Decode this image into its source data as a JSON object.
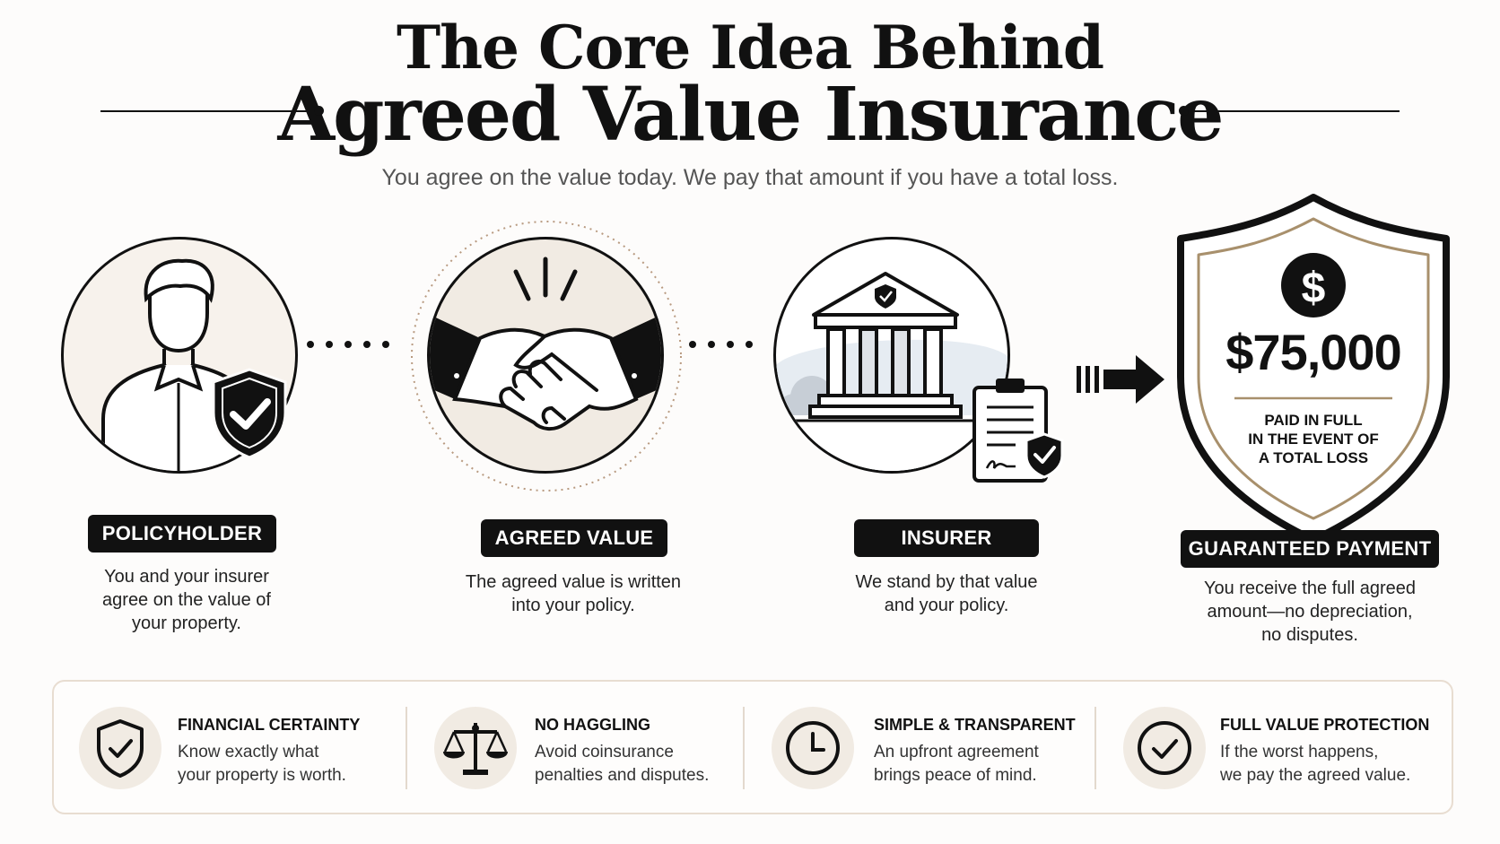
{
  "header": {
    "title_line1": "The Core Idea Behind",
    "title_line2": "Agreed Value Insurance",
    "subtitle": "You agree on the value today. We pay that amount if you have a total loss."
  },
  "steps": [
    {
      "label": "POLICYHOLDER",
      "desc": [
        "You and your insurer",
        "agree on the value of",
        "your property."
      ],
      "icon": "person-with-shield-icon"
    },
    {
      "label": "AGREED VALUE",
      "desc": [
        "The agreed value is written",
        "into your policy."
      ],
      "icon": "handshake-icon"
    },
    {
      "label": "INSURER",
      "desc": [
        "We stand by that value",
        "and your policy."
      ],
      "icon": "bank-building-icon"
    },
    {
      "label": "GUARANTEED PAYMENT",
      "desc": [
        "You receive the full agreed",
        "amount—no depreciation,",
        "no disputes."
      ],
      "icon": "shield-icon"
    }
  ],
  "shield": {
    "currency_symbol": "$",
    "amount": "$75,000",
    "caption": [
      "PAID IN FULL",
      "IN THE EVENT OF",
      "A TOTAL LOSS"
    ]
  },
  "features": [
    {
      "title": "FINANCIAL CERTAINTY",
      "text": [
        "Know exactly what",
        "your property is worth."
      ],
      "icon": "shield-check-icon"
    },
    {
      "title": "NO HAGGLING",
      "text": [
        "Avoid coinsurance",
        "penalties and disputes."
      ],
      "icon": "scales-icon"
    },
    {
      "title": "SIMPLE & TRANSPARENT",
      "text": [
        "An upfront agreement",
        "brings peace of mind."
      ],
      "icon": "clock-icon"
    },
    {
      "title": "FULL VALUE PROTECTION",
      "text": [
        "If the worst happens,",
        "we pay the agreed value."
      ],
      "icon": "check-circle-icon"
    }
  ],
  "colors": {
    "ink": "#111111",
    "beige": "#f1ebe3",
    "gold": "#a8906c",
    "light_blue": "#e6ecf2"
  }
}
